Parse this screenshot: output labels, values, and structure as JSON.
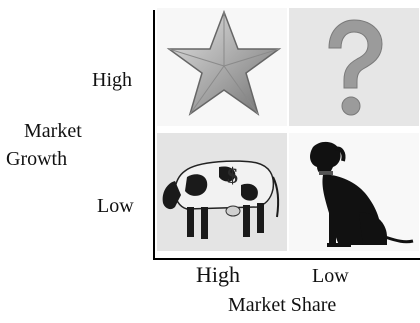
{
  "y_axis": {
    "title_line1": "Market",
    "title_line2": "Growth",
    "high": "High",
    "low": "Low"
  },
  "x_axis": {
    "title": "Market Share",
    "high": "High",
    "low": "Low"
  },
  "quadrants": [
    {
      "row": "High",
      "col": "High",
      "icon": "star-icon"
    },
    {
      "row": "High",
      "col": "Low",
      "icon": "question-mark-icon"
    },
    {
      "row": "Low",
      "col": "High",
      "icon": "cow-icon",
      "mark": "$"
    },
    {
      "row": "Low",
      "col": "Low",
      "icon": "dog-icon"
    }
  ]
}
